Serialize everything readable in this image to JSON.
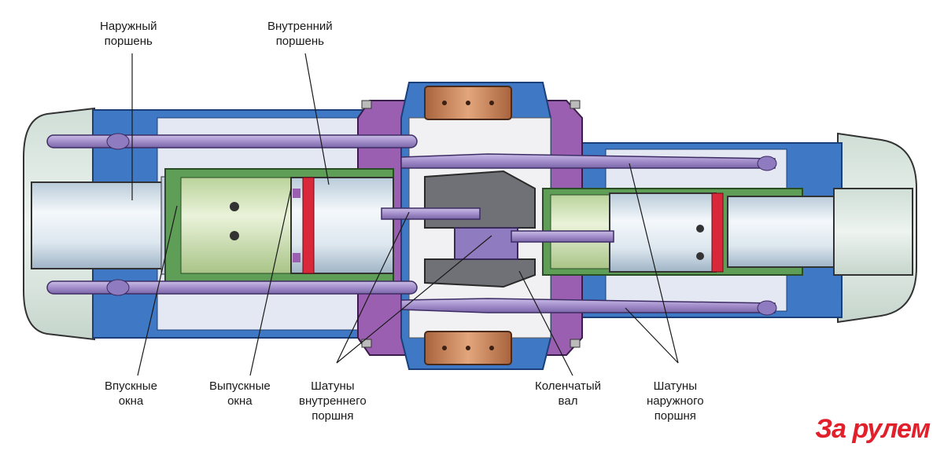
{
  "labels": {
    "outer_piston": [
      "Наружный",
      "поршень"
    ],
    "inner_piston": [
      "Внутренний",
      "поршень"
    ],
    "intake_ports": [
      "Впускные",
      "окна"
    ],
    "exhaust_ports": [
      "Выпускные",
      "окна"
    ],
    "inner_rods": [
      "Шатуны",
      "внутреннего",
      "поршня"
    ],
    "crankshaft": [
      "Коленчатый",
      "вал"
    ],
    "outer_rods": [
      "Шатуны",
      "наружного",
      "поршня"
    ]
  },
  "logo": "За рулем",
  "colors": {
    "housing": "#3f78c4",
    "housing_dark": "#1f4e96",
    "cover": "#dce7e0",
    "piston": "#e3edf2",
    "green_piston": "#d8e7c2",
    "rod": "#a48fcb",
    "rod_dark": "#6e5a9a",
    "purple_part": "#9b5fb1",
    "bearing": "#c98a63",
    "seal_red": "#d8283a",
    "crank": "#6f7177",
    "logo_red": "#e2202c"
  }
}
